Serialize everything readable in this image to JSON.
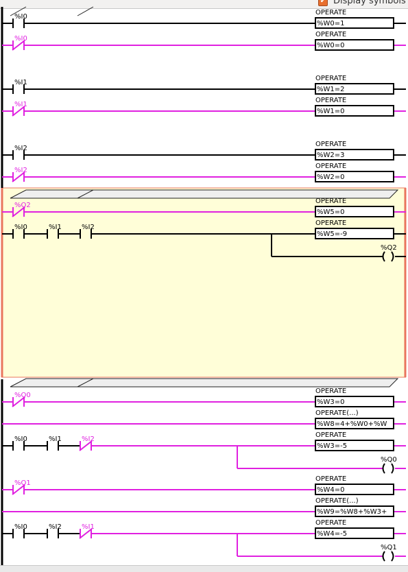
{
  "display_symbols": {
    "label": "Display symbols",
    "checked": true
  },
  "colors": {
    "active": "#000000",
    "forced": "#e020e0",
    "selection_bg": "#fffed8",
    "selection_border": "#e9755d"
  },
  "rungs": [
    {
      "contact": {
        "kind": "NO",
        "var": "%I0",
        "color": "black"
      },
      "block": {
        "header": "OPERATE",
        "expr": "%W0=1"
      }
    },
    {
      "contact": {
        "kind": "NC",
        "var": "%I0",
        "color": "magenta"
      },
      "block": {
        "header": "OPERATE",
        "expr": "%W0=0"
      }
    },
    {
      "contact": {
        "kind": "NO",
        "var": "%I1",
        "color": "black"
      },
      "block": {
        "header": "OPERATE",
        "expr": "%W1=2"
      }
    },
    {
      "contact": {
        "kind": "NC",
        "var": "%I1",
        "color": "magenta"
      },
      "block": {
        "header": "OPERATE",
        "expr": "%W1=0"
      }
    },
    {
      "contact": {
        "kind": "NO",
        "var": "%I2",
        "color": "black"
      },
      "block": {
        "header": "OPERATE",
        "expr": "%W2=3"
      }
    },
    {
      "contact": {
        "kind": "NC",
        "var": "%I2",
        "color": "magenta"
      },
      "block": {
        "header": "OPERATE",
        "expr": "%W2=0"
      }
    },
    {
      "contact": {
        "kind": "NC",
        "var": "%Q2",
        "color": "magenta"
      },
      "block": {
        "header": "OPERATE",
        "expr": "%W5=0"
      }
    },
    {
      "contacts": [
        {
          "kind": "NO",
          "var": "%I0",
          "color": "black"
        },
        {
          "kind": "NO",
          "var": "%I1",
          "color": "black"
        },
        {
          "kind": "NO",
          "var": "%I2",
          "color": "black"
        }
      ],
      "block": {
        "header": "OPERATE",
        "expr": "%W5=-9"
      },
      "coil": {
        "var": "%Q2"
      }
    },
    {
      "contact": {
        "kind": "NC",
        "var": "%Q0",
        "color": "magenta"
      },
      "block": {
        "header": "OPERATE",
        "expr": "%W3=0"
      }
    },
    {
      "block": {
        "header": "OPERATE(...)",
        "expr": "%W8=4+%W0+%W"
      }
    },
    {
      "contacts": [
        {
          "kind": "NO",
          "var": "%I0",
          "color": "black"
        },
        {
          "kind": "NO",
          "var": "%I1",
          "color": "black"
        },
        {
          "kind": "NC",
          "var": "%I2",
          "color": "magenta"
        }
      ],
      "block": {
        "header": "OPERATE",
        "expr": "%W3=-5"
      },
      "coil": {
        "var": "%Q0"
      }
    },
    {
      "contact": {
        "kind": "NC",
        "var": "%Q1",
        "color": "magenta"
      },
      "block": {
        "header": "OPERATE",
        "expr": "%W4=0"
      }
    },
    {
      "block": {
        "header": "OPERATE(...)",
        "expr": "%W9=%W8+%W3+"
      }
    },
    {
      "contacts": [
        {
          "kind": "NO",
          "var": "%I0",
          "color": "black"
        },
        {
          "kind": "NO",
          "var": "%I2",
          "color": "black"
        },
        {
          "kind": "NC",
          "var": "%I1",
          "color": "magenta"
        }
      ],
      "block": {
        "header": "OPERATE",
        "expr": "%W4=-5"
      },
      "coil": {
        "var": "%Q1"
      }
    }
  ]
}
